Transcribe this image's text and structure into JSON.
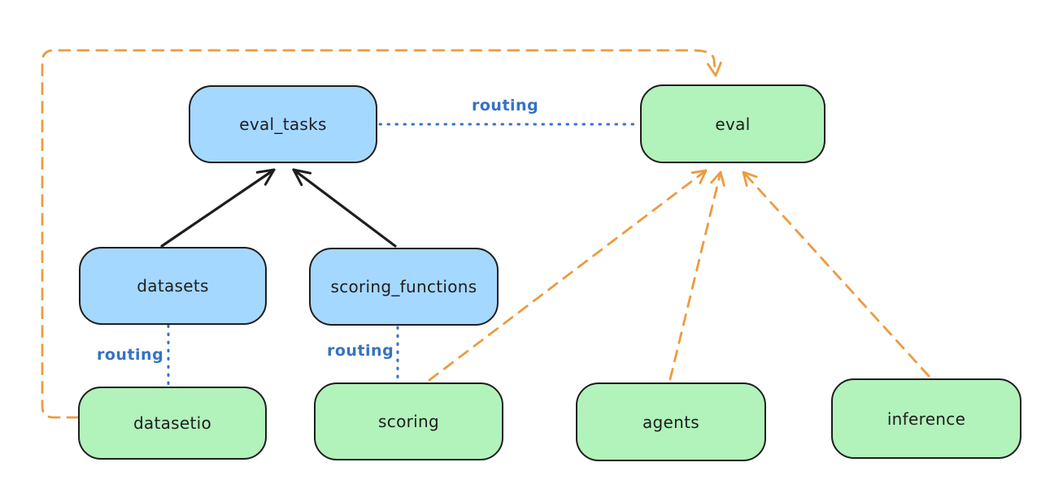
{
  "colors": {
    "background": "#ffffff",
    "stroke": "#1e1e1e",
    "blue-fill": "#a5d8ff",
    "green-fill": "#b2f2bb",
    "routing-blue": "#3572c4",
    "orange": "#ec9b40"
  },
  "nodes": [
    {
      "id": "eval_tasks",
      "label": "eval_tasks",
      "color": "blue"
    },
    {
      "id": "eval",
      "label": "eval",
      "color": "green"
    },
    {
      "id": "datasets",
      "label": "datasets",
      "color": "blue"
    },
    {
      "id": "scoring_functions",
      "label": "scoring_functions",
      "color": "blue"
    },
    {
      "id": "datasetio",
      "label": "datasetio",
      "color": "green"
    },
    {
      "id": "scoring",
      "label": "scoring",
      "color": "green"
    },
    {
      "id": "agents",
      "label": "agents",
      "color": "green"
    },
    {
      "id": "inference",
      "label": "inference",
      "color": "green"
    }
  ],
  "edge_labels": [
    {
      "text": "routing"
    },
    {
      "text": "routing"
    },
    {
      "text": "routing"
    }
  ],
  "edges": [
    {
      "from": "datasets",
      "to": "eval_tasks",
      "style": "solid-black-arrow"
    },
    {
      "from": "scoring_functions",
      "to": "eval_tasks",
      "style": "solid-black-arrow"
    },
    {
      "from": "eval_tasks",
      "to": "eval",
      "style": "dotted-blue",
      "label": "routing"
    },
    {
      "from": "datasets",
      "to": "datasetio",
      "style": "dotted-blue",
      "label": "routing"
    },
    {
      "from": "scoring_functions",
      "to": "scoring",
      "style": "dotted-blue",
      "label": "routing"
    },
    {
      "from": "datasetio",
      "to": "eval",
      "style": "dashed-orange-arrow"
    },
    {
      "from": "scoring",
      "to": "eval",
      "style": "dashed-orange-arrow"
    },
    {
      "from": "agents",
      "to": "eval",
      "style": "dashed-orange-arrow"
    },
    {
      "from": "inference",
      "to": "eval",
      "style": "dashed-orange-arrow"
    }
  ]
}
